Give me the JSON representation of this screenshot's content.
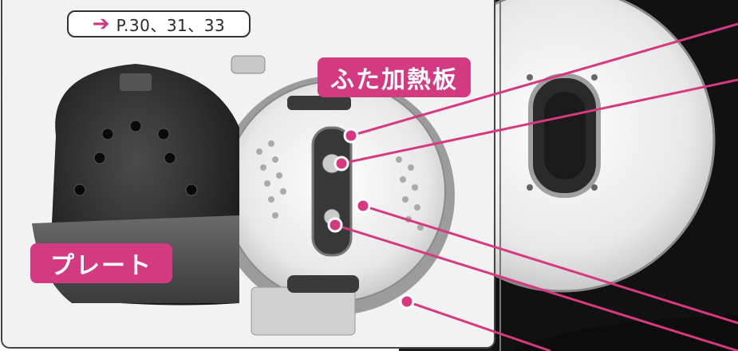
{
  "reference": {
    "arrow_icon": "right-arrow-icon",
    "text": "P.30、31、33",
    "accent_color": "#d8337f"
  },
  "labels": {
    "lid_heating_plate": "ふた加熱板",
    "plate": "プレート"
  },
  "colors": {
    "label_background": "#d43a82",
    "leader_line": "#d6397f"
  }
}
